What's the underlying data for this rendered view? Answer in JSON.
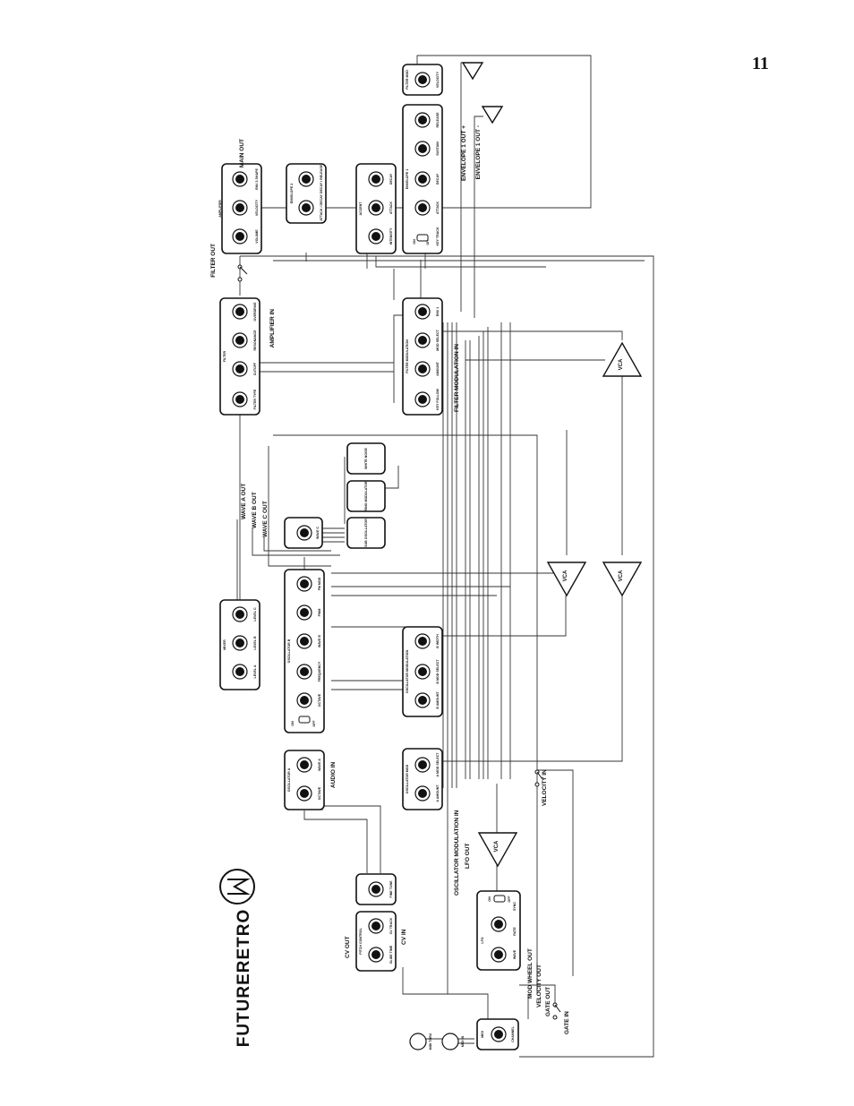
{
  "page": {
    "number": "11",
    "brand": "FUTURERETRO"
  },
  "outputs": {
    "main_out": "MAIN OUT",
    "filter_out": "FILTER OUT",
    "amplifier_in": "AMPLIFIER IN",
    "envelope1_out_plus": "ENVELOPE 1 OUT +",
    "envelope1_out_minus": "ENVELOPE 1 OUT -",
    "wave_a_out": "WAVE A OUT",
    "wave_b_out": "WAVE B OUT",
    "wave_c_out": "WAVE C OUT",
    "filter_modulation_in": "FILTER MODULATION IN",
    "audio_in": "AUDIO IN",
    "oscillator_modulation_in": "OSCILLATOR MODULATION IN",
    "lfo_out": "LFO OUT",
    "velocity_in": "VELOCITY IN",
    "cv_out": "CV OUT",
    "cv_in": "CV IN",
    "mod_wheel_out": "MOD WHEEL OUT",
    "velocity_out": "VELOCITY OUT",
    "gate_out": "GATE OUT",
    "gate_in": "GATE IN"
  },
  "modules": {
    "amplifier": {
      "title": "AMPLIFIER",
      "knobs": [
        "VOLUME",
        "VELOCITY",
        "ENV 2 SHAPE"
      ]
    },
    "envelope2": {
      "title": "ENVELOPE 2",
      "knobs": [
        "ATTACK / DECAY",
        "DECAY / RELEASE"
      ]
    },
    "accent": {
      "title": "ACCENT",
      "knobs": [
        "INTENSITY",
        "ATTACK",
        "DECAY"
      ]
    },
    "envelope1": {
      "title": "ENVELOPE 1",
      "switch": [
        "ON",
        "OFF"
      ],
      "knobs": [
        "KEY TRACK",
        "ATTACK",
        "DECAY",
        "SUSTAIN",
        "RELEASE"
      ]
    },
    "filter_mod": {
      "title": "FILTER MOD",
      "knobs": [
        "VELOCITY"
      ]
    },
    "filter": {
      "title": "FILTER",
      "knobs": [
        "FILTER TYPE",
        "CUTOFF",
        "RESONANCE",
        "OVERDRIVE"
      ]
    },
    "filter_modulation": {
      "title": "FILTER MODULATION",
      "knobs": [
        "KEY FOLLOW",
        "AMOUNT",
        "MOD SELECT",
        "ENV 1"
      ]
    },
    "mixer": {
      "title": "MIXER",
      "knobs": [
        "LEVEL A",
        "LEVEL B",
        "LEVEL C"
      ]
    },
    "oscillator_b": {
      "title": "OSCILLATOR B",
      "switch": [
        "ON",
        "OFF"
      ],
      "knobs": [
        "OCTAVE",
        "FREQUENCY",
        "WAVE B",
        "PWM",
        "FM MOD"
      ]
    },
    "wave_c": {
      "title": "",
      "knobs": [
        "WAVE C"
      ]
    },
    "white_noise": {
      "title": "WHITE NOISE"
    },
    "ring_modulator": {
      "title": "RING MODULATOR"
    },
    "sub_oscillator": {
      "title": "SUB OSCILLATOR"
    },
    "oscillator_a": {
      "title": "OSCILLATOR A",
      "knobs": [
        "OCTAVE",
        "WAVE A"
      ]
    },
    "oscillator_modulation": {
      "title": "OSCILLATOR MODULATION",
      "knobs": [
        "B AMOUNT",
        "B MOD SELECT",
        "B WIDTH"
      ]
    },
    "oscillator_mod": {
      "title": "OSCILLATOR MOD",
      "knobs": [
        "A AMOUNT",
        "A MOD SELECT"
      ]
    },
    "pitch_control": {
      "title": "PITCH CONTROL",
      "knobs": [
        "GLIDE TIME",
        "CV TRACK"
      ]
    },
    "fine_tune": {
      "title": "",
      "knobs": [
        "FINE TUNE"
      ]
    },
    "lfo": {
      "title": "LFO",
      "switch": [
        "ON",
        "OFF"
      ],
      "knobs": [
        "WAVE",
        "RATE",
        "SYNC"
      ]
    },
    "midi": {
      "title": "MIDI",
      "knobs": [
        "CHANNEL"
      ]
    }
  },
  "vca_label": "VCA",
  "midi_ports": [
    "MIDI THRU",
    "MIDI IN"
  ]
}
